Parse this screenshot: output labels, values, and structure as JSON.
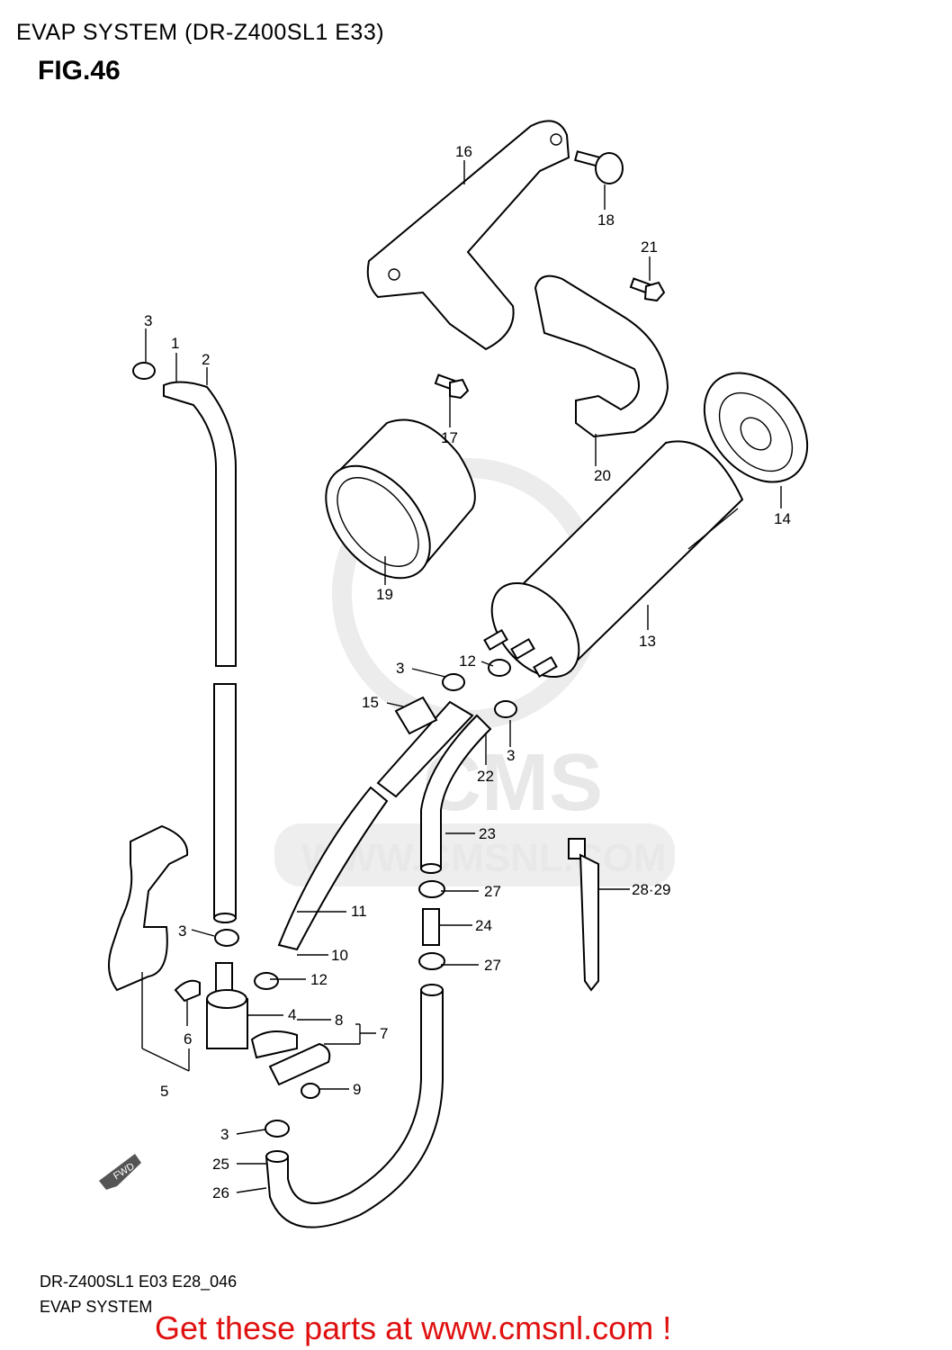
{
  "header": {
    "title": "EVAP SYSTEM (DR-Z400SL1 E33)",
    "figure": "FIG.46"
  },
  "watermark": {
    "brand": "CMS",
    "url": "WWW.CMSNL.COM"
  },
  "fwd_badge": "FWD",
  "callouts": {
    "c1": "1",
    "c2": "2",
    "c3a": "3",
    "c3b": "3",
    "c3c": "3",
    "c3d": "3",
    "c3e": "3",
    "c4": "4",
    "c5": "5",
    "c6": "6",
    "c7": "7",
    "c8": "8",
    "c9": "9",
    "c10": "10",
    "c11": "11",
    "c12a": "12",
    "c12b": "12",
    "c13": "13",
    "c14": "14",
    "c15": "15",
    "c16": "16",
    "c17": "17",
    "c18": "18",
    "c19": "19",
    "c20": "20",
    "c21": "21",
    "c22": "22",
    "c23": "23",
    "c24": "24",
    "c25": "25",
    "c26": "26",
    "c27a": "27",
    "c27b": "27",
    "c2829": "28·29"
  },
  "footer": {
    "code": "DR-Z400SL1 E03 E28_046",
    "name": "EVAP SYSTEM"
  },
  "cta": {
    "text": "Get these parts at www.cmsnl.com !",
    "color": "#e01010"
  }
}
